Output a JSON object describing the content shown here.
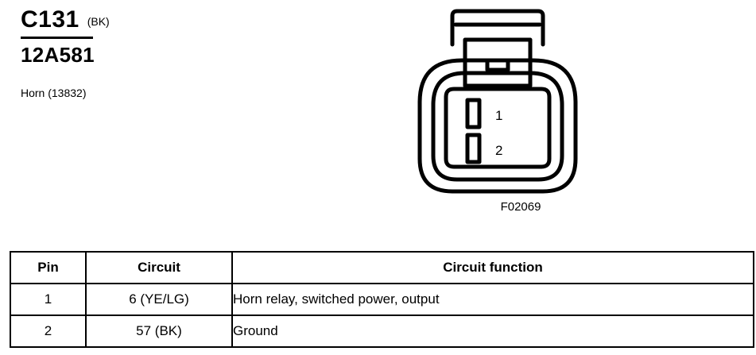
{
  "header": {
    "connector_id": "C131",
    "connector_color": "(BK)",
    "part_number": "12A581",
    "component_name": "Horn (13832)"
  },
  "connector": {
    "figure_code": "F02069",
    "cavity_labels": [
      "1",
      "2"
    ],
    "cavity_count": 2,
    "outline_color": "#000000"
  },
  "table": {
    "headers": [
      "Pin",
      "Circuit",
      "Circuit function"
    ],
    "rows": [
      {
        "pin": "1",
        "circuit": "6 (YE/LG)",
        "function": "Horn relay, switched power, output"
      },
      {
        "pin": "2",
        "circuit": "57 (BK)",
        "function": "Ground"
      }
    ]
  }
}
